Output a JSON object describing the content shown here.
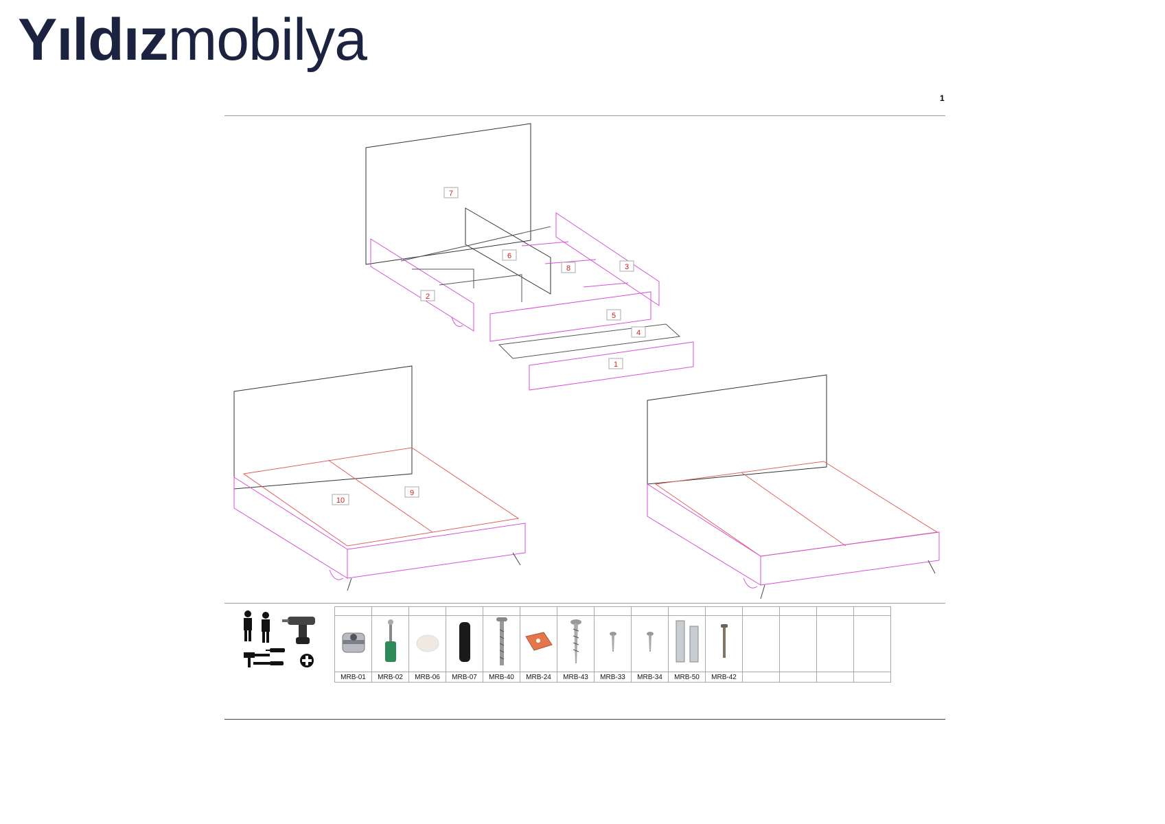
{
  "brand": {
    "bold": "Yıldız",
    "light": "mobilya"
  },
  "page_number": "1",
  "part_labels": [
    "1",
    "2",
    "3",
    "4",
    "5",
    "6",
    "7",
    "8",
    "9",
    "10"
  ],
  "hardware": [
    {
      "code": "MRB-01",
      "icon": "cam-lock-icon"
    },
    {
      "code": "MRB-02",
      "icon": "cam-bolt-icon"
    },
    {
      "code": "MRB-06",
      "icon": "felt-pad-icon"
    },
    {
      "code": "MRB-07",
      "icon": "black-connector-icon"
    },
    {
      "code": "MRB-40",
      "icon": "long-screw-icon"
    },
    {
      "code": "MRB-24",
      "icon": "orange-bracket-icon"
    },
    {
      "code": "MRB-43",
      "icon": "wood-screw-icon"
    },
    {
      "code": "MRB-33",
      "icon": "small-screw-icon"
    },
    {
      "code": "MRB-34",
      "icon": "small-screw-icon"
    },
    {
      "code": "MRB-50",
      "icon": "metal-connector-icon"
    },
    {
      "code": "MRB-42",
      "icon": "bolt-icon"
    },
    {
      "code": "",
      "icon": ""
    },
    {
      "code": "",
      "icon": ""
    },
    {
      "code": "",
      "icon": ""
    },
    {
      "code": "",
      "icon": ""
    }
  ],
  "tools": [
    "two-persons-icon",
    "drill-icon",
    "hammer-icon",
    "screwdriver-icon",
    "phillips-icon"
  ],
  "colors": {
    "brand": "#1c2340",
    "outline": "#d64fd6",
    "label": "#cc2020"
  }
}
